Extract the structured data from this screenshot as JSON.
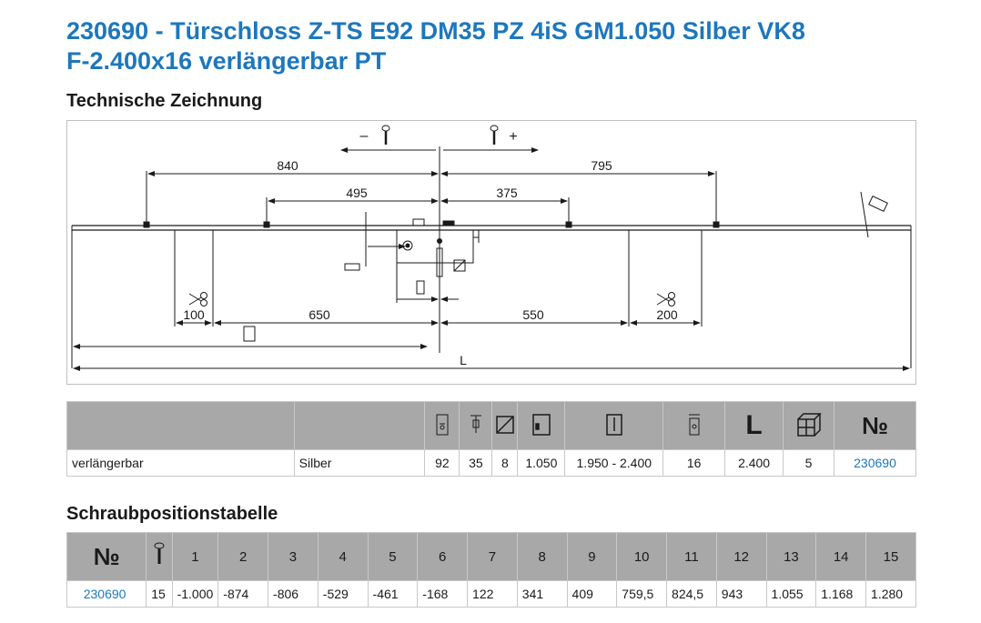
{
  "title": {
    "line1": "230690 - Türschloss Z-TS E92 DM35 PZ 4iS GM1.050 Silber VK8",
    "line2": "F-2.400x16 verlängerbar PT"
  },
  "drawing": {
    "heading": "Technische Zeichnung",
    "minus": "–",
    "plus": "+",
    "dims": {
      "d840": "840",
      "d795": "795",
      "d495": "495",
      "d375": "375",
      "d100": "100",
      "d650": "650",
      "d550": "550",
      "d200": "200",
      "L": "L"
    }
  },
  "spec_table": {
    "header_no": "№",
    "header_L": "L",
    "row": {
      "variant": "verlängerbar",
      "color": "Silber",
      "e": "92",
      "dm": "35",
      "square": "8",
      "gm": "1.050",
      "range": "1.950 - 2.400",
      "width": "16",
      "length": "2.400",
      "vk": "5",
      "number": "230690"
    }
  },
  "screw_table": {
    "heading": "Schraubpositionstabelle",
    "header_no": "№",
    "positions": [
      "1",
      "2",
      "3",
      "4",
      "5",
      "6",
      "7",
      "8",
      "9",
      "10",
      "11",
      "12",
      "13",
      "14",
      "15"
    ],
    "row": {
      "number": "230690",
      "count": "15",
      "values": [
        "-1.000",
        "-874",
        "-806",
        "-529",
        "-461",
        "-168",
        "122",
        "341",
        "409",
        "759,5",
        "824,5",
        "943",
        "1.055",
        "1.168",
        "1.280"
      ]
    }
  }
}
